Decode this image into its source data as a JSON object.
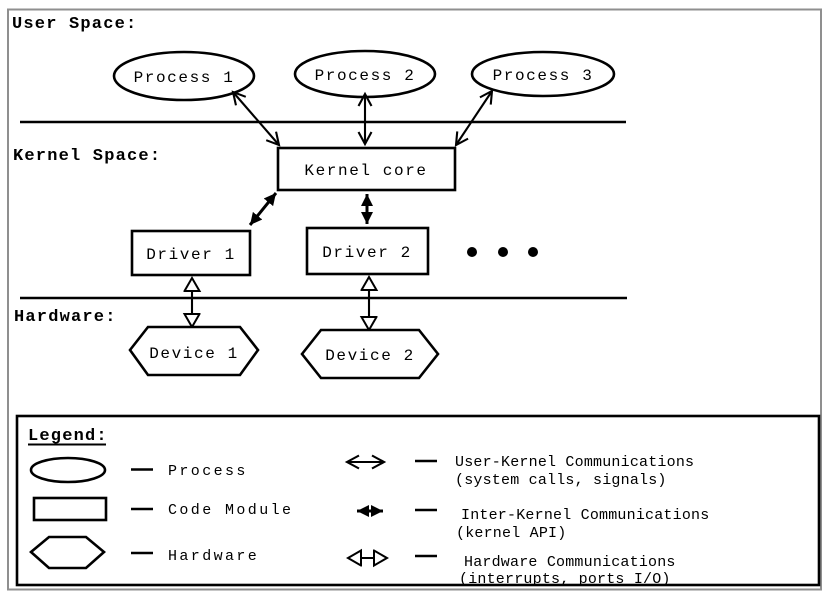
{
  "colors": {
    "ink": "#000000",
    "frame_gray": "#8f8f8f",
    "background": "#ffffff"
  },
  "sections": {
    "user_space": "User Space:",
    "kernel_space": "Kernel Space:",
    "hardware": "Hardware:"
  },
  "nodes": {
    "processes": [
      {
        "label": "Process 1"
      },
      {
        "label": "Process 2"
      },
      {
        "label": "Process 3"
      }
    ],
    "kernel_core": {
      "label": "Kernel core"
    },
    "drivers": [
      {
        "label": "Driver 1"
      },
      {
        "label": "Driver 2"
      }
    ],
    "devices": [
      {
        "label": "Device 1"
      },
      {
        "label": "Device 2"
      }
    ],
    "more_drivers_ellipsis": "..."
  },
  "connections": [
    {
      "from": "Process 1",
      "to": "Kernel core",
      "type": "user-kernel"
    },
    {
      "from": "Process 2",
      "to": "Kernel core",
      "type": "user-kernel"
    },
    {
      "from": "Process 3",
      "to": "Kernel core",
      "type": "user-kernel"
    },
    {
      "from": "Kernel core",
      "to": "Driver 1",
      "type": "inter-kernel"
    },
    {
      "from": "Kernel core",
      "to": "Driver 2",
      "type": "inter-kernel"
    },
    {
      "from": "Driver 1",
      "to": "Device 1",
      "type": "hardware"
    },
    {
      "from": "Driver 2",
      "to": "Device 2",
      "type": "hardware"
    }
  ],
  "legend": {
    "title": "Legend:",
    "shape_items": [
      {
        "shape": "ellipse",
        "label": "Process"
      },
      {
        "shape": "rectangle",
        "label": "Code Module"
      },
      {
        "shape": "hexagon",
        "label": "Hardware"
      }
    ],
    "arrow_items": [
      {
        "icon": "open-vee-double-arrow",
        "label": "User-Kernel Communications",
        "sublabel": "(system calls, signals)"
      },
      {
        "icon": "solid-double-arrow",
        "label": "Inter-Kernel Communications",
        "sublabel": "(kernel API)"
      },
      {
        "icon": "hollow-triangle-double-arrow",
        "label": "Hardware Communications",
        "sublabel": "(interrupts, ports I/O)"
      }
    ]
  }
}
